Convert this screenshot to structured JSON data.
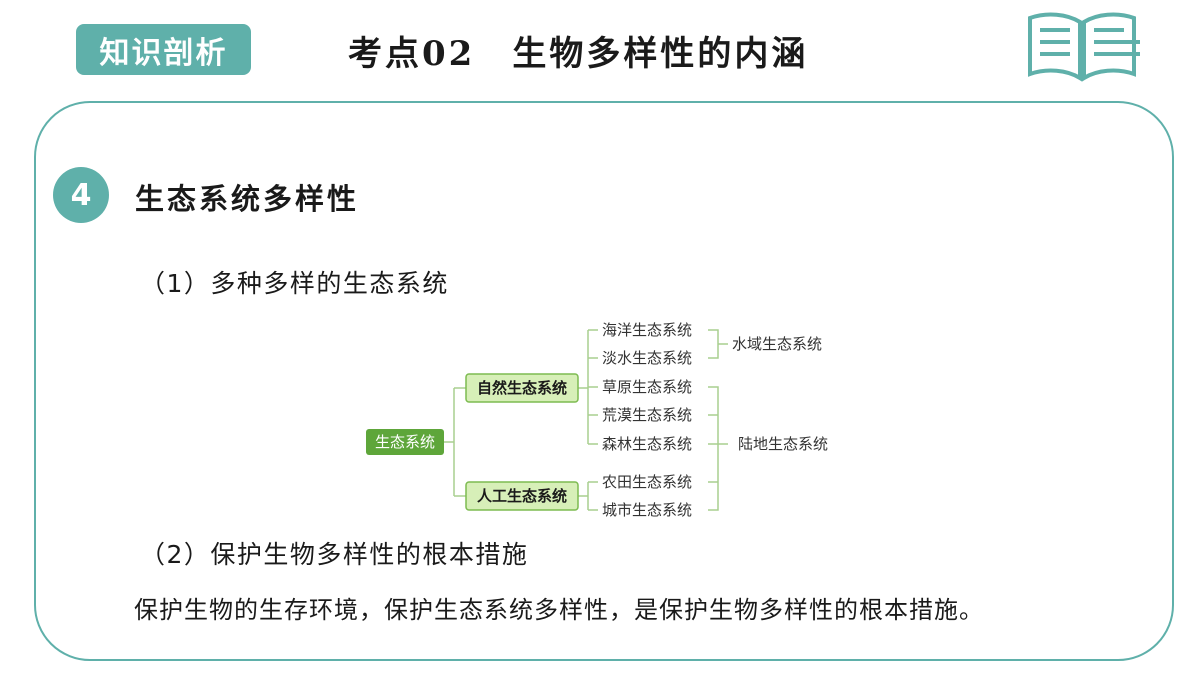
{
  "header": {
    "badge": "知识剖析",
    "title": "考点02　生物多样性的内涵",
    "book_icon": "open-book-icon"
  },
  "section": {
    "number": "4",
    "title": "生态系统多样性"
  },
  "sub1": "（1）多种多样的生态系统",
  "sub2": "（2）保护生物多样性的根本措施",
  "body": "保护生物的生存环境，保护生态系统多样性，是保护生物多样性的根本措施。",
  "mindmap": {
    "root": "生态系统",
    "branches": [
      "自然生态系统",
      "人工生态系统"
    ],
    "leaves": [
      "海洋生态系统",
      "淡水生态系统",
      "草原生态系统",
      "荒漠生态系统",
      "森林生态系统",
      "农田生态系统",
      "城市生态系统"
    ],
    "groups": [
      "水域生态系统",
      "陆地生态系统"
    ]
  },
  "colors": {
    "accent": "#5fb0aa",
    "root_fill": "#5ea63a",
    "branch_fill": "#d7efb8",
    "branch_border": "#7dbb50",
    "line": "#a9cf8f"
  }
}
